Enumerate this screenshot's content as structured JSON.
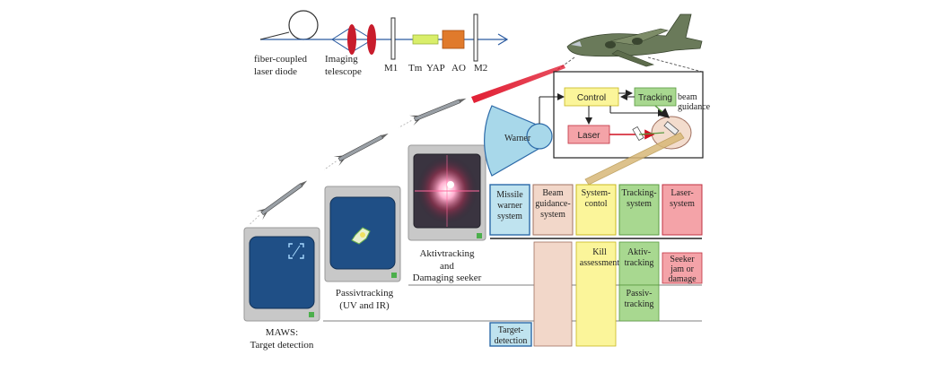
{
  "optics": {
    "laser_diode": "fiber-coupled",
    "laser_diode_2": "laser diode",
    "telescope": "Imaging",
    "telescope_2": "telescope",
    "m1": "M1",
    "tm": "Tm",
    "yap": "YAP",
    "ao": "AO",
    "m2": "M2"
  },
  "control_box": {
    "control": "Control",
    "tracking": "Tracking",
    "beam": "beam",
    "guidance": "guidance",
    "laser": "Laser",
    "warner": "Warner"
  },
  "stages": {
    "maws_1": "MAWS:",
    "maws_2": "Target detection",
    "passiv_1": "Passivtracking",
    "passiv_2": "(UV and IR)",
    "aktiv_1": "Aktivtracking",
    "aktiv_2": "and",
    "aktiv_3": "Damaging seeker"
  },
  "systems": {
    "missile": [
      "Missile",
      "warner",
      "system"
    ],
    "beam": [
      "Beam",
      "guidance-",
      "system"
    ],
    "control": [
      "System-",
      "contol"
    ],
    "tracking": [
      "Tracking-",
      "system"
    ],
    "laser": [
      "Laser-",
      "system"
    ]
  },
  "functions": {
    "kill": [
      "Kill",
      "assessment"
    ],
    "aktiv": [
      "Aktiv-",
      "tracking"
    ],
    "seeker": [
      "Seeker",
      "jam or",
      "damage"
    ],
    "passiv": [
      "Passiv-",
      "tracking"
    ],
    "target": [
      "Target-",
      "detection"
    ]
  },
  "colors": {
    "blue_fill": "#bfe3ef",
    "blue_border": "#2c6aa8",
    "beige_fill": "#f2d7c9",
    "yellow_fill": "#fbf59a",
    "green_fill": "#a8d890",
    "pink_fill": "#f4a3a8",
    "laser_red": "#e0142a"
  }
}
